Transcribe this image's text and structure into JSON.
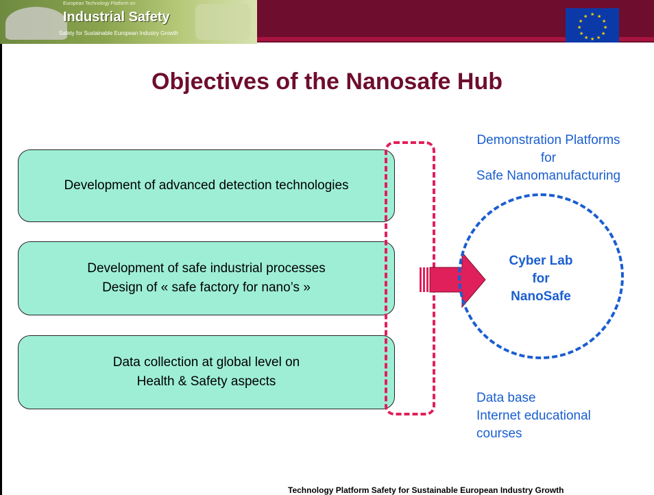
{
  "header": {
    "logo_small_top": "European Technology Platform on",
    "logo_brand": "Industrial Safety",
    "logo_small_bottom": "Safety for Sustainable European Industry Growth",
    "band_color": "#6e0d2d",
    "flag_icon": "eu-flag-icon"
  },
  "title": "Objectives of the Nanosafe Hub",
  "boxes": [
    {
      "text": "Development of advanced detection technologies"
    },
    {
      "text": "Development of safe industrial processes\nDesign of « safe factory for nano’s »"
    },
    {
      "text": "Data collection at global level on\nHealth & Safety aspects"
    }
  ],
  "right": {
    "demo_line1": "Demonstration Platforms",
    "demo_line2": "for",
    "demo_line3": "Safe Nanomanufacturing",
    "cyber_lab": "Cyber Lab\nfor\nNanoSafe",
    "data_line1": "Data base",
    "data_line2": "Internet educational",
    "data_line3": "courses"
  },
  "colors": {
    "accent": "#6e0d2d",
    "box_fill": "#9eeed6",
    "bracket": "#e0205a",
    "blue_text": "#1a5ed0"
  },
  "footer": "Technology Platform Safety  for Sustainable European Industry Growth"
}
